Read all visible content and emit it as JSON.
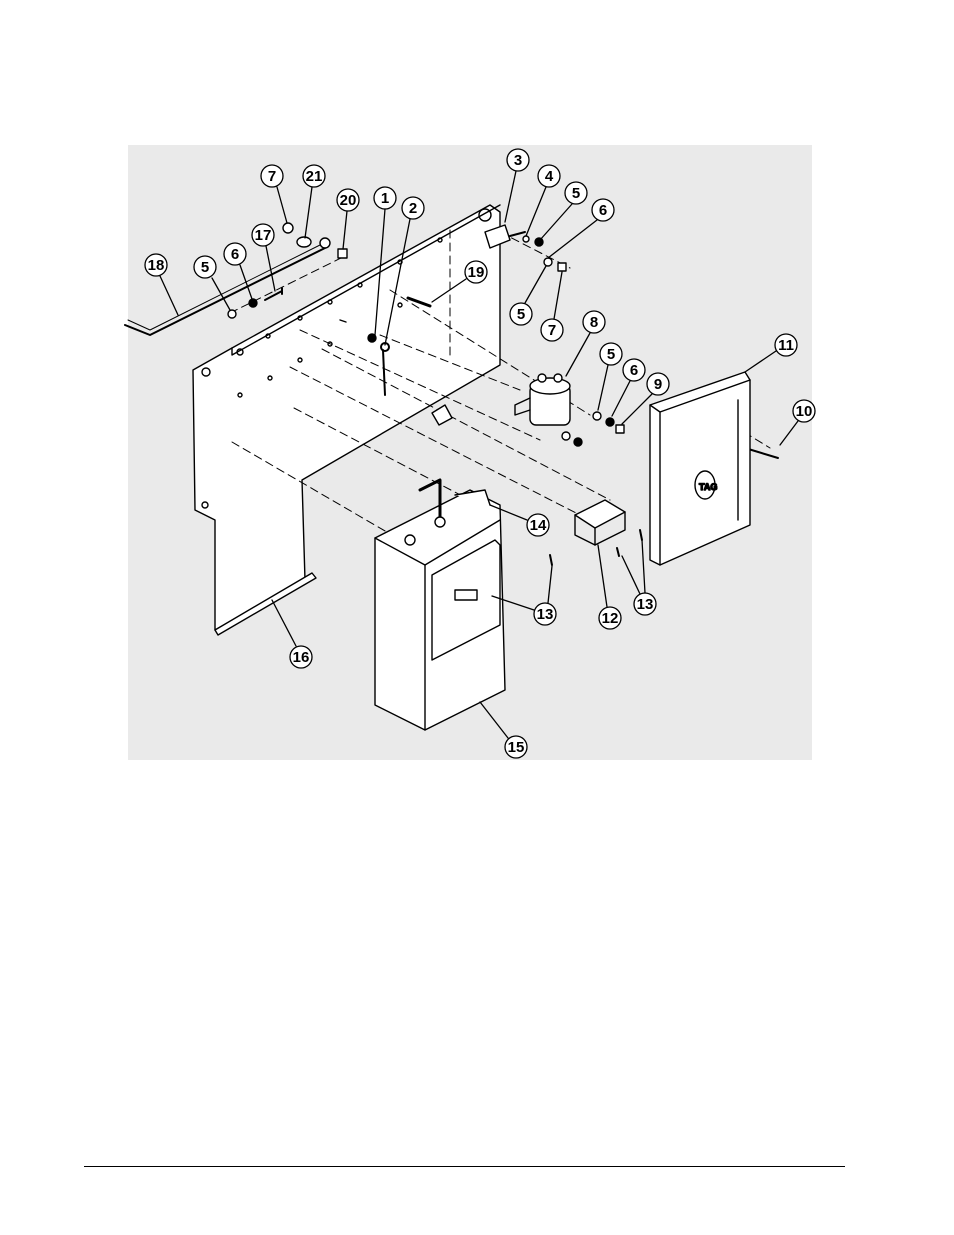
{
  "diagram": {
    "callouts": [
      "1",
      "2",
      "3",
      "4",
      "5",
      "6",
      "7",
      "8",
      "9",
      "10",
      "11",
      "12",
      "13",
      "14",
      "15",
      "16",
      "17",
      "18",
      "19",
      "20",
      "21"
    ],
    "logo_text": "TAG",
    "colors": {
      "background": "#ffffff",
      "drawing_bg": "#eaeaea",
      "line": "#000000"
    }
  }
}
